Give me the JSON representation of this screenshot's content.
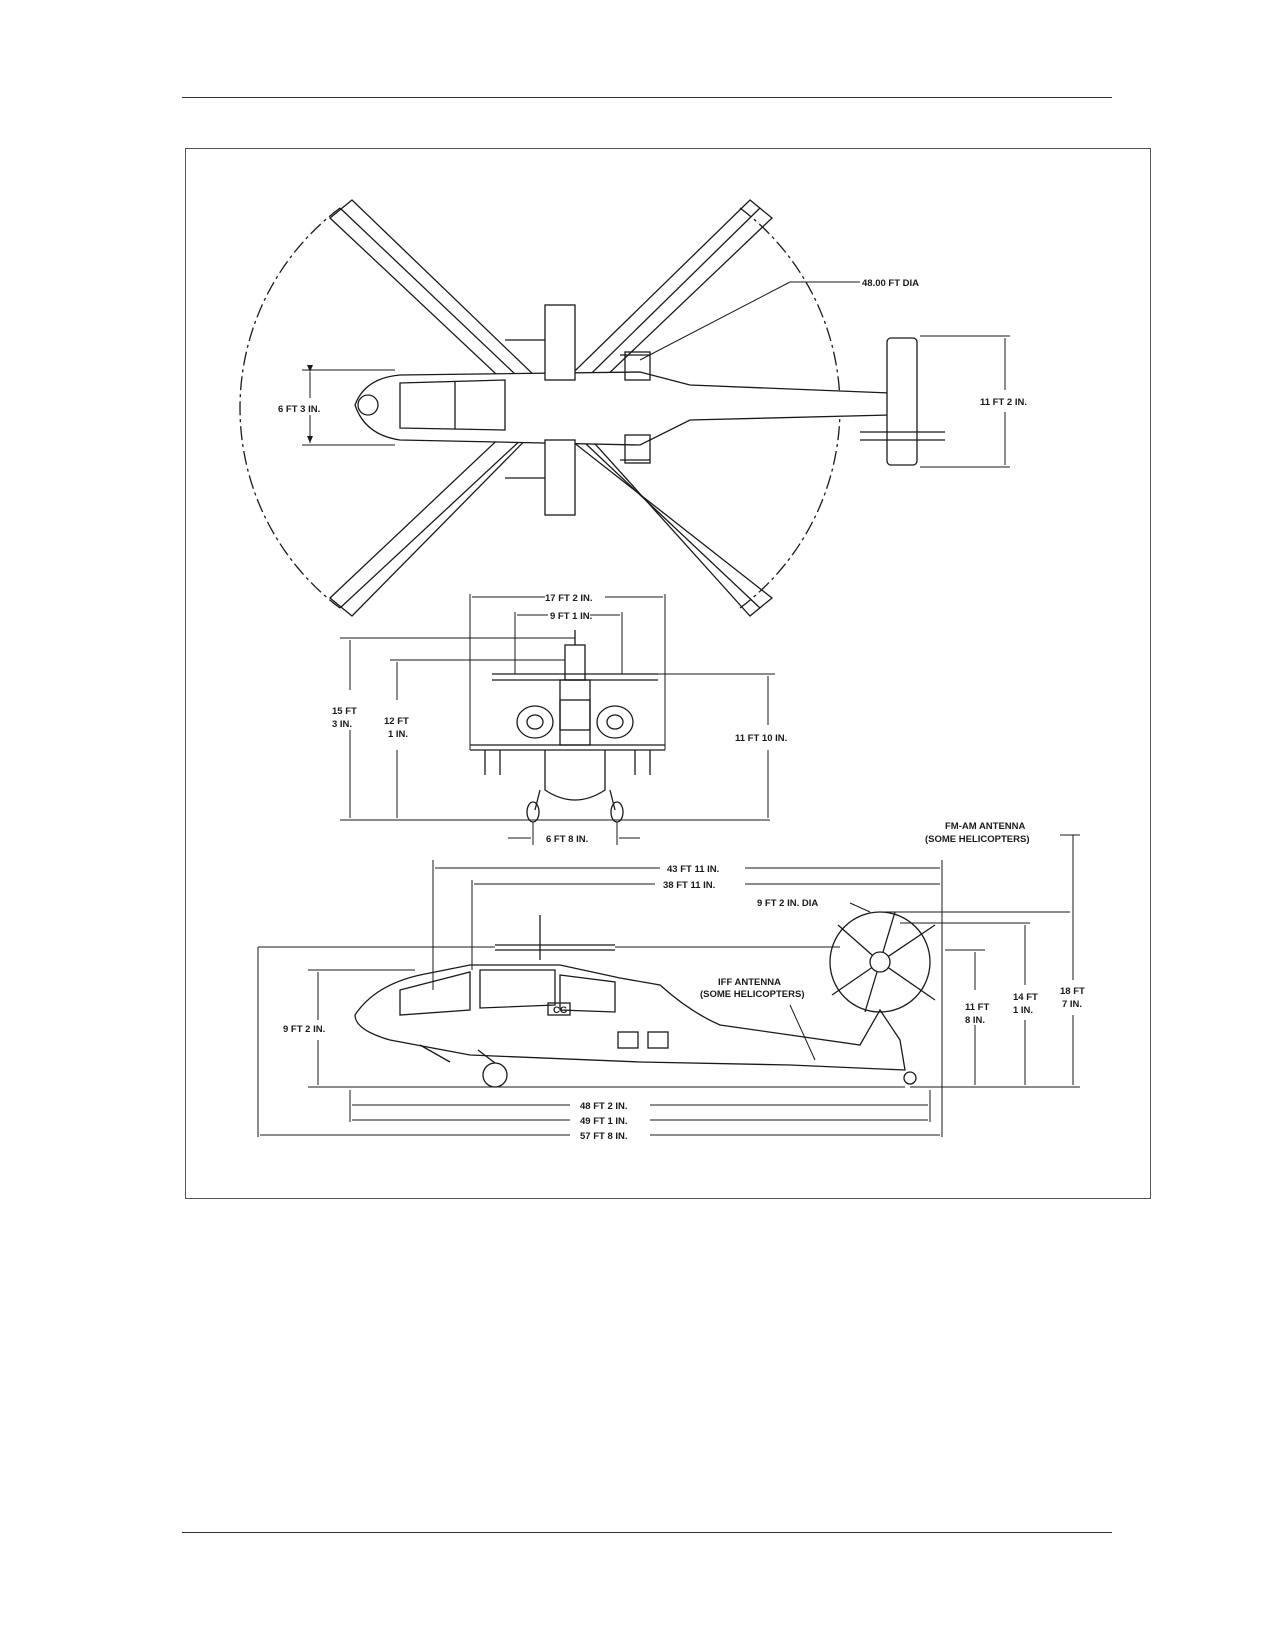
{
  "figure": {
    "dimensions": {
      "rotor_dia": "48.00 FT DIA",
      "top_nose_width": "6 FT 3 IN.",
      "stabilator_span": "11 FT 2 IN.",
      "wing_span": "17 FT 2 IN.",
      "tread_front": "9 FT 1 IN.",
      "overall_height_front_1": "15 FT",
      "overall_height_front_2": "3 IN.",
      "rotor_height_1": "12 FT",
      "rotor_height_2": "1 IN.",
      "hub_height": "11 FT 10 IN.",
      "wheel_tread": "6 FT 8 IN.",
      "fm_am_antenna_1": "FM-AM ANTENNA",
      "fm_am_antenna_2": "(SOME HELICOPTERS)",
      "length_43": "43 FT 11 IN.",
      "length_38": "38 FT 11 IN.",
      "tail_rotor_dia": "9 FT 2 IN. DIA",
      "iff_antenna_1": "IFF ANTENNA",
      "iff_antenna_2": "(SOME HELICOPTERS)",
      "side_height": "9 FT 2 IN.",
      "tail_height_1_a": "11 FT",
      "tail_height_1_b": "8 IN.",
      "tail_height_2_a": "14 FT",
      "tail_height_2_b": "1 IN.",
      "tail_height_3_a": "18 FT",
      "tail_height_3_b": "7 IN.",
      "length_48": "48 FT 2 IN.",
      "length_49": "49 FT 1 IN.",
      "length_57": "57 FT 8 IN.",
      "cg_label": "CG"
    }
  }
}
